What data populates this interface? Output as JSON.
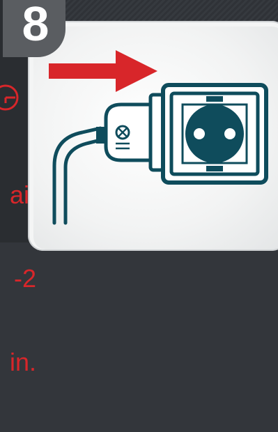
{
  "step": {
    "number": "8"
  },
  "side_note": {
    "lines": [
      "ait",
      "-2",
      "in."
    ]
  },
  "colors": {
    "accent_red": "#d8262a",
    "plug_teal": "#0f4c5c",
    "badge_gray": "#5a5d61",
    "background": "#33363b"
  },
  "icons": {
    "clock": "clock-icon",
    "arrow": "arrow-right-icon",
    "plug": "plug-icon",
    "socket": "socket-icon"
  }
}
